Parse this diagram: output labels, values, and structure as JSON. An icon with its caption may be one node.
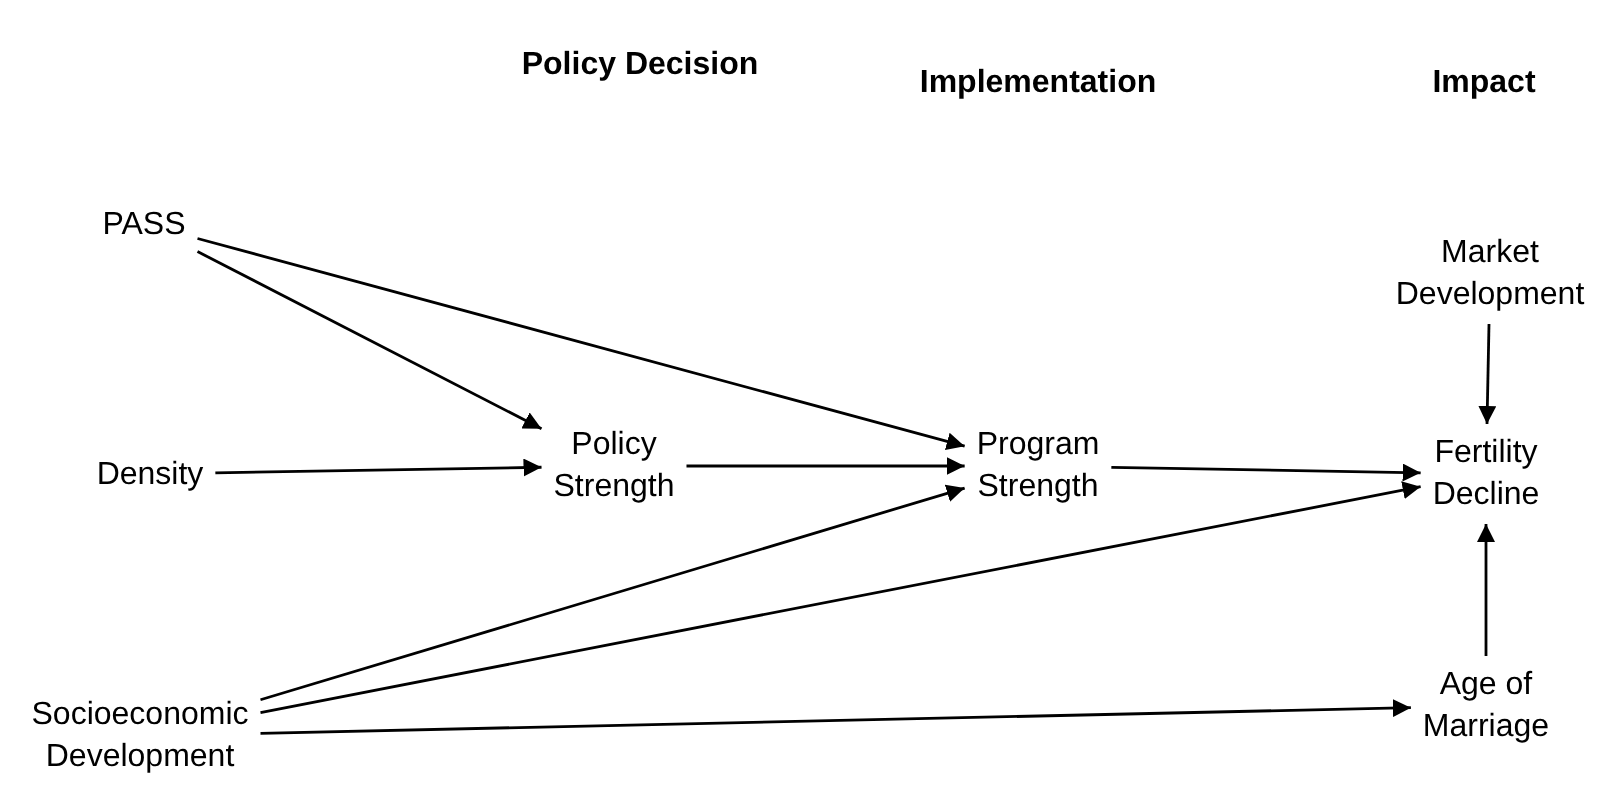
{
  "diagram": {
    "nodes": [
      {
        "text": [
          "PASS"
        ]
      },
      {
        "text": [
          "Density"
        ]
      },
      {
        "text": [
          "Socioeconomic Development"
        ]
      },
      {
        "text": [
          "Policy Strength"
        ]
      },
      {
        "text": [
          "Program Strength"
        ]
      },
      {
        "text": [
          "Market Development"
        ]
      },
      {
        "text": [
          "Fertility Decline"
        ]
      },
      {
        "text": [
          "Age of Marriage"
        ]
      }
    ],
    "edges": [
      {
        "from": 0,
        "to": 3,
        "arrow": "to"
      },
      {
        "from": 0,
        "to": 4,
        "arrow": "to"
      },
      {
        "from": 1,
        "to": 3,
        "arrow": "to"
      },
      {
        "from": 3,
        "to": 4,
        "arrow": "to"
      },
      {
        "from": 4,
        "to": 6,
        "arrow": "to"
      },
      {
        "from": 5,
        "to": 6,
        "arrow": "to"
      },
      {
        "from": 7,
        "to": 6,
        "arrow": "to"
      },
      {
        "from": 2,
        "to": 4,
        "arrow": "to"
      },
      {
        "from": 2,
        "to": 6,
        "arrow": "to"
      },
      {
        "from": 2,
        "to": 7,
        "arrow": "to"
      }
    ],
    "labels": [
      "Policy Decision",
      "Implementation",
      "Impact"
    ]
  }
}
